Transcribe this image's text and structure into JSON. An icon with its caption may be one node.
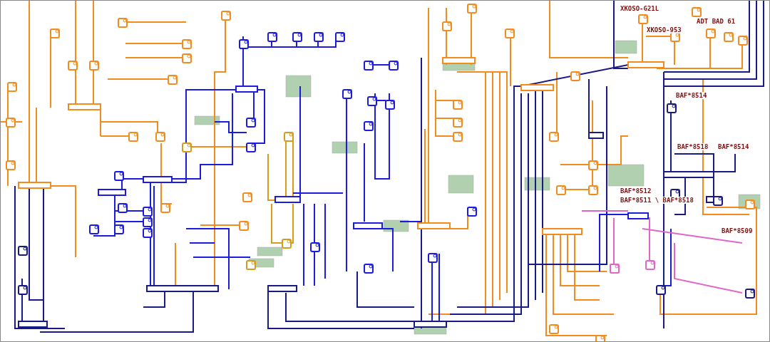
{
  "diagram": {
    "labels": [
      "XKOSO-G21L",
      "XKOSO-953",
      "ADT BAD 61",
      "BAF*8514",
      "BAF*8518",
      "BAF*8514",
      "BAF*8512",
      "BAF*8511 \\ BAF*8518",
      "BAF*8509"
    ]
  }
}
